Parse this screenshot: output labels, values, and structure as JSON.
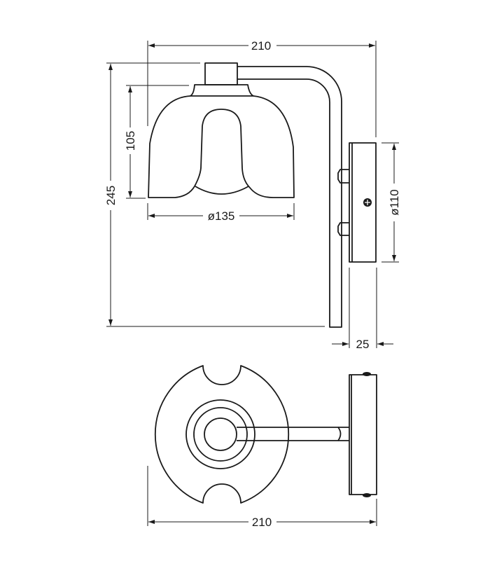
{
  "dimensions": {
    "front_width": "210",
    "total_height": "245",
    "shade_height": "105",
    "shade_diameter": "ø135",
    "backplate_diameter": "ø110",
    "backplate_depth": "25",
    "top_view_width": "210"
  },
  "colors": {
    "line": "#1a1a1a",
    "background": "#ffffff"
  }
}
